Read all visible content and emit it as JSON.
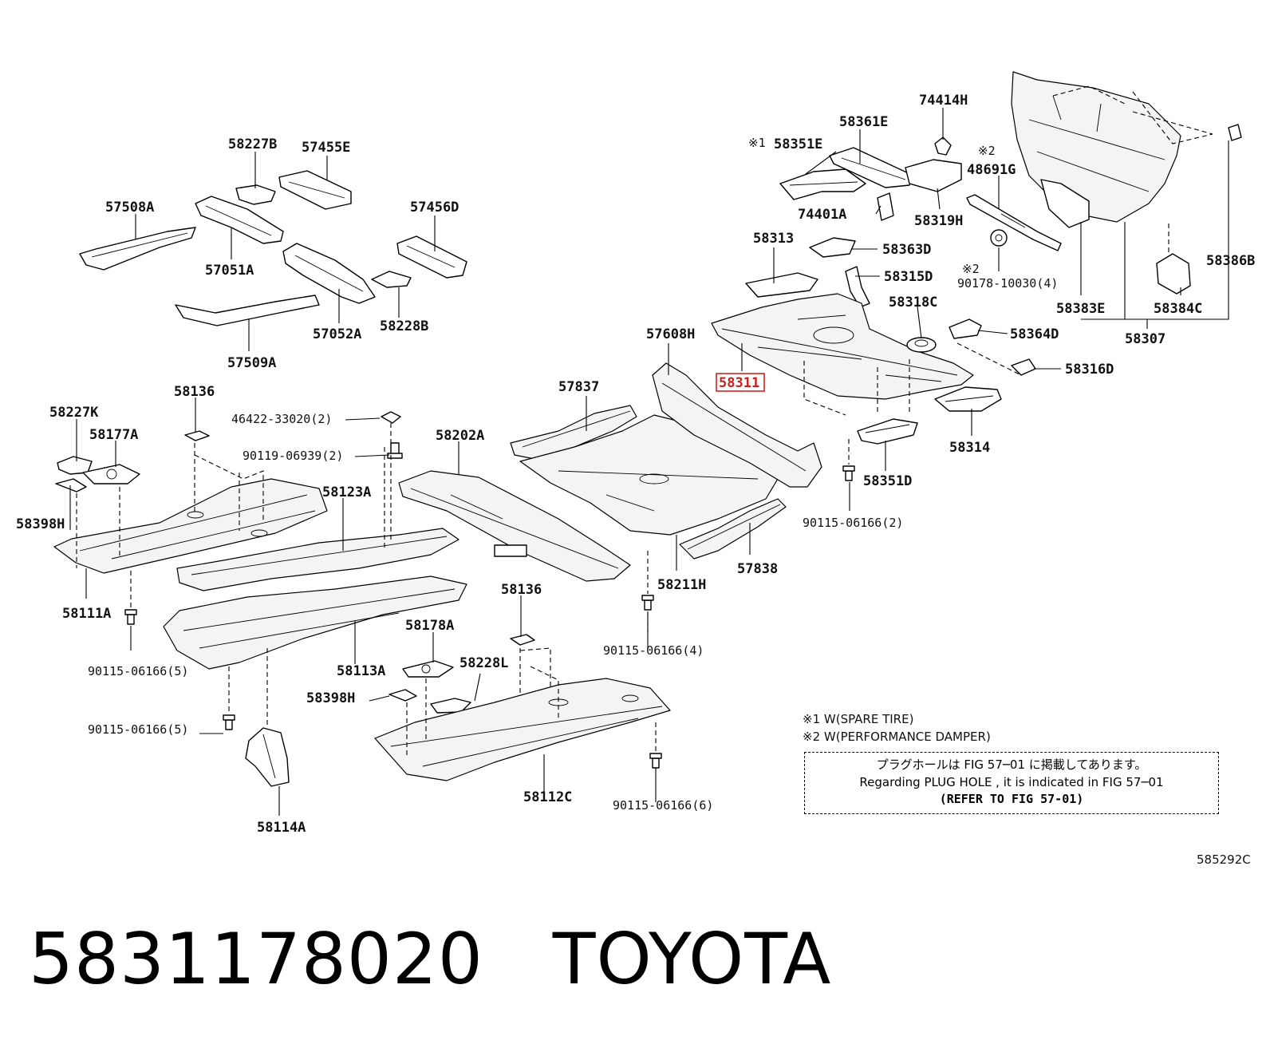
{
  "callouts": {
    "p57508A": "57508A",
    "p58227B": "58227B",
    "p57455E": "57455E",
    "p57456D": "57456D",
    "p57051A": "57051A",
    "p57052A": "57052A",
    "p58228B": "58228B",
    "p57509A": "57509A",
    "p58227K": "58227K",
    "p58177A": "58177A",
    "p58136a": "58136",
    "p46422": "46422-33020(2)",
    "p90119": "90119-06939(2)",
    "p58398Ha": "58398H",
    "p58123A": "58123A",
    "p58202A": "58202A",
    "p58111A": "58111A",
    "p90115_5a": "90115-06166(5)",
    "p58113A": "58113A",
    "p90115_5b": "90115-06166(5)",
    "p58114A": "58114A",
    "p57837": "57837",
    "p58136b": "58136",
    "p58178A": "58178A",
    "p58228L": "58228L",
    "p58398Hb": "58398H",
    "p58112C": "58112C",
    "p90115_6": "90115-06166(6)",
    "p90115_4": "90115-06166(4)",
    "p58211H": "58211H",
    "p57838": "57838",
    "p57608H": "57608H",
    "p58311": "58311",
    "p90115_2": "90115-06166(2)",
    "p58351D": "58351D",
    "p58314": "58314",
    "p58313": "58313",
    "p58363D": "58363D",
    "p58315D": "58315D",
    "p58318C": "58318C",
    "p58364D": "58364D",
    "p58316D": "58316D",
    "p58351E_mark": "※1",
    "p58351E": "58351E",
    "p58361E": "58361E",
    "p74414H": "74414H",
    "p74401A": "74401A",
    "p58319H": "58319H",
    "p48691G_mark": "※2",
    "p48691G": "48691G",
    "p90178_mark": "※2",
    "p90178": "90178-10030(4)",
    "p58383E": "58383E",
    "p58384C": "58384C",
    "p58307": "58307",
    "p58386B": "58386B"
  },
  "notes": {
    "n1": "※1 W(SPARE TIRE)",
    "n2": "※2 W(PERFORMANCE DAMPER)"
  },
  "notice": {
    "jp": "プラグホールは FIG 57─01 に掲載してあります。",
    "en": "Regarding PLUG HOLE , it is indicated in FIG 57─01",
    "ref": "(REFER TO FIG 57-01)"
  },
  "figure_code": "585292C",
  "caption": "5831178020   TOYOTA",
  "highlight_color": "#d22222"
}
